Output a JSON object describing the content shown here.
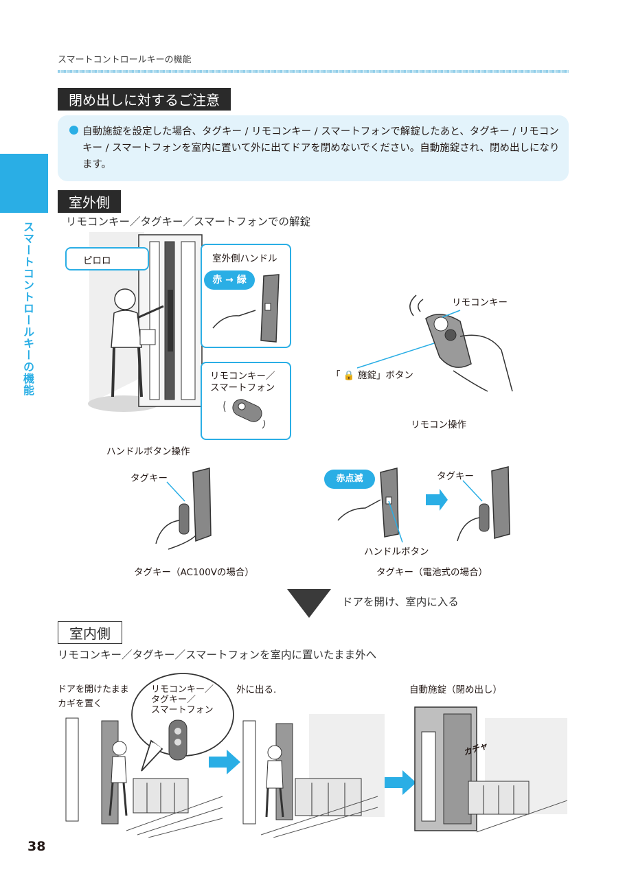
{
  "header": {
    "title": "スマートコントロールキーの機能"
  },
  "side_tab": {
    "label": "スマートコントロールキーの機能"
  },
  "caution": {
    "heading": "閉め出しに対するご注意",
    "body": "自動施錠を設定した場合、タグキー / リモコンキー / スマートフォンで解錠したあと、タグキー / リモコンキー / スマートフォンを室内に置いて外に出てドアを閉めないでください。自動施錠され、閉め出しになります。"
  },
  "outside": {
    "heading": "室外側",
    "subtitle": "リモコンキー／タグキー／スマートフォンでの解錠",
    "beep": "ピロロ",
    "handle_callout": "室外側ハンドル",
    "red_to_green": "赤 → 緑",
    "remote_callout_line1": "リモコンキー／",
    "remote_callout_line2": "スマートフォン",
    "handle_button_op": "ハンドルボタン操作",
    "remote_key_label": "リモコンキー",
    "lock_button_label": "「 🔒 施錠」ボタン",
    "remote_op": "リモコン操作",
    "tag_key_1": "タグキー",
    "tag_key_ac": "タグキー（AC100Vの場合）",
    "red_blink": "赤点滅",
    "tag_key_2": "タグキー",
    "handle_button": "ハンドルボタン",
    "tag_key_battery": "タグキー（電池式の場合）",
    "enter_text": "ドアを開け、室内に入る"
  },
  "inside": {
    "heading": "室内側",
    "subtitle": "リモコンキー／タグキー／スマートフォンを室内に置いたまま外へ",
    "step1_line1": "ドアを開けたまま",
    "step1_line2": "カギを置く",
    "bubble_line1": "リモコンキー／",
    "bubble_line2": "タグキー／",
    "bubble_line3": "スマートフォン",
    "step2": "外に出る.",
    "step3": "自動施錠（閉め出し）",
    "click_sound": "カチャ"
  },
  "page_number": "38",
  "colors": {
    "accent": "#2aaee5",
    "dark": "#2a2a2a",
    "notice_bg": "#e3f3fb"
  }
}
